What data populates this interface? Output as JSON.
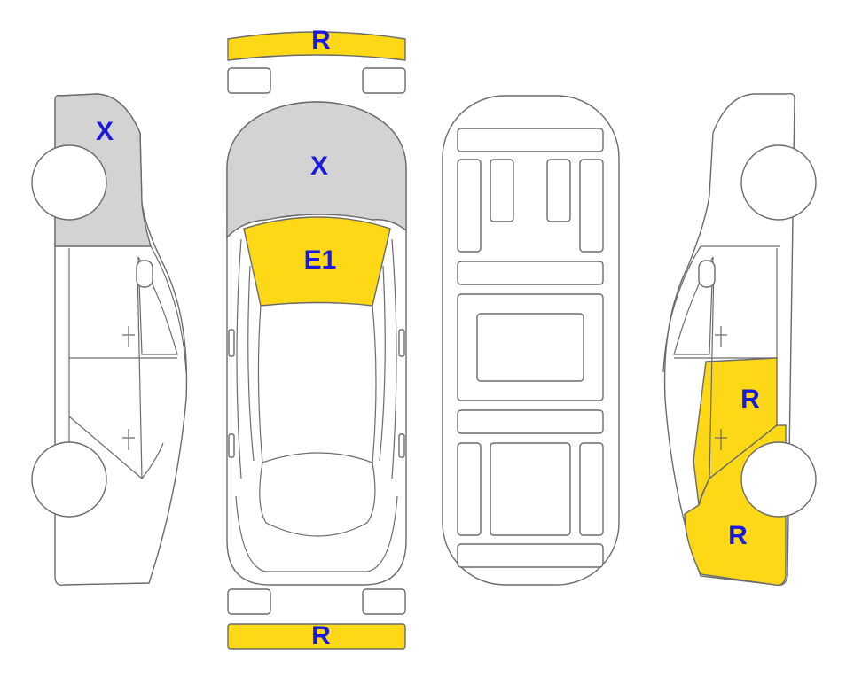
{
  "colors": {
    "replace": "#FCD817",
    "damaged": "#D3D3D3",
    "outline": "#6b6b6b",
    "label": "#1a1adc",
    "background": "#ffffff"
  },
  "labels": {
    "front_bumper": "R",
    "rear_bumper": "R",
    "left_fender": "X",
    "hood": "X",
    "windshield": "E1",
    "right_rear_door": "R",
    "right_rear_quarter": "R"
  }
}
